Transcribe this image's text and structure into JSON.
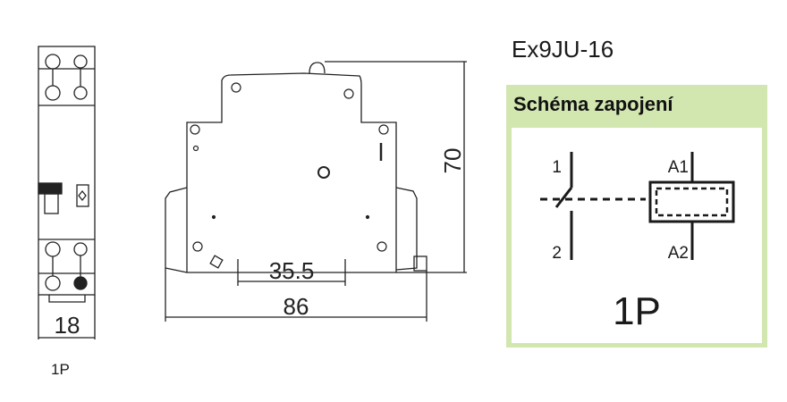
{
  "product": {
    "model": "Ex9JU-16"
  },
  "front_view": {
    "width_dim": "18",
    "label": "1P"
  },
  "side_view": {
    "depth_dim": "86",
    "rail_dim": "35.5",
    "height_dim": "70"
  },
  "schema": {
    "title": "Schéma zapojení",
    "terminals": {
      "t1": "1",
      "t2": "2",
      "a1": "A1",
      "a2": "A2"
    },
    "poles": "1P",
    "border_color": "#d2e6b0"
  }
}
